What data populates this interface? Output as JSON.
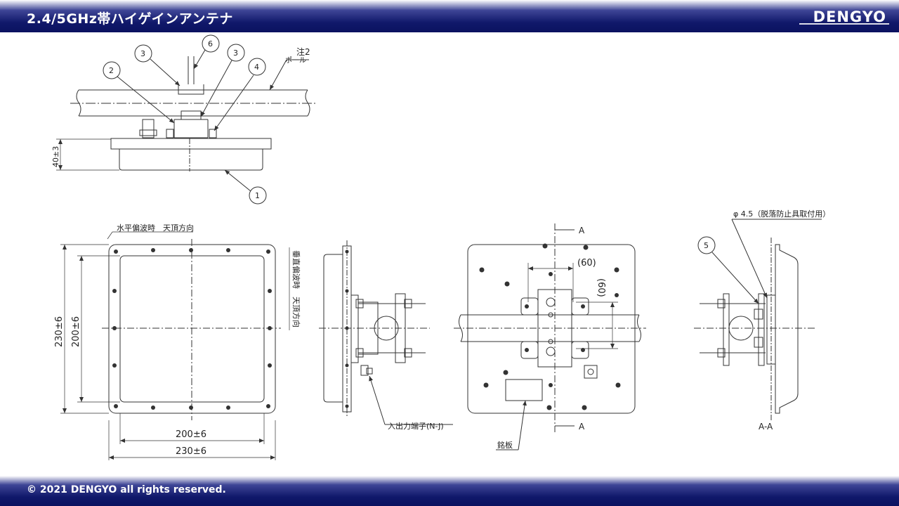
{
  "header": {
    "title": "2.4/5GHz帯ハイゲインアンテナ",
    "logo": "DENGYO"
  },
  "footer": {
    "copyright": "© 2021  DENGYO all rights reserved."
  },
  "drawing": {
    "top_view": {
      "callouts": [
        "1",
        "2",
        "3",
        "3",
        "4",
        "6"
      ],
      "note_label": "注2",
      "pole_label": "ポール",
      "height_dim": "40±3"
    },
    "front_view": {
      "dim_width_inner": "200±6",
      "dim_width_outer": "230±6",
      "dim_height_outer": "230±6",
      "dim_height_inner": "200±6",
      "label_horizontal": "水平偏波時　天頂方向",
      "label_vertical": "垂直偏波時　天頂方向"
    },
    "side_view": {
      "connector_label": "入出力端子(N-J)"
    },
    "back_view": {
      "section_mark_top": "A",
      "section_mark_bottom": "A",
      "dim_horizontal": "(60)",
      "dim_vertical": "(60)",
      "nameplate_label": "銘板"
    },
    "section_view": {
      "title": "A-A",
      "callout": "5",
      "hole_note": "φ 4.5（脱落防止具取付用）"
    }
  },
  "colors": {
    "header_bg": "#10186a",
    "line": "#333333"
  }
}
